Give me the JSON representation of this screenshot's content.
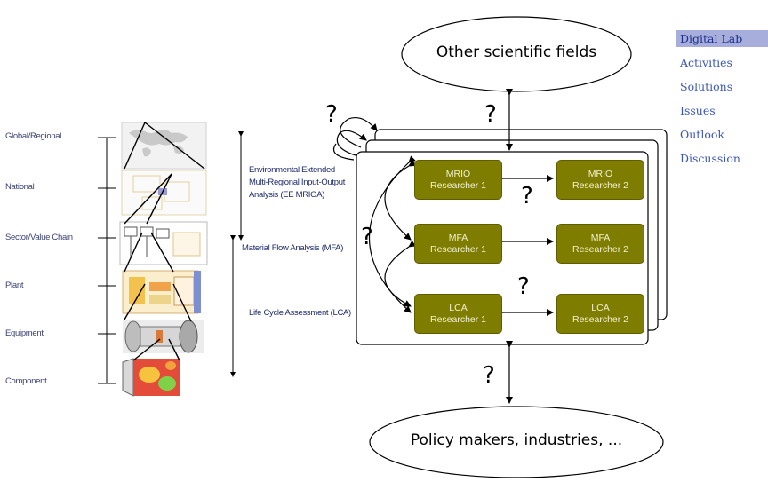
{
  "nav": {
    "items": [
      "Digital Lab",
      "Activities",
      "Solutions",
      "Issues",
      "Outlook",
      "Discussion"
    ],
    "active_index": 0
  },
  "scales": [
    "Global/Regional",
    "National",
    "Sector/Value Chain",
    "Plant",
    "Equipment",
    "Component"
  ],
  "methods": {
    "eemrioa_line1": "Environmental Extended",
    "eemrioa_line2": "Multi-Regional Input-Output",
    "eemrioa_line3": "Analysis (EE MRIOA)",
    "mfa": "Material Flow Analysis (MFA)",
    "lca": "Life Cycle Assessment (LCA)"
  },
  "ellipses": {
    "top": "Other scientific fields",
    "bottom": "Policy makers, industries, ..."
  },
  "researchers": {
    "mrio1": {
      "line1": "MRIO",
      "line2": "Researcher 1"
    },
    "mrio2": {
      "line1": "MRIO",
      "line2": "Researcher 2"
    },
    "mfa1": {
      "line1": "MFA",
      "line2": "Researcher 1"
    },
    "mfa2": {
      "line1": "MFA",
      "line2": "Researcher 2"
    },
    "lca1": {
      "line1": "LCA",
      "line2": "Researcher 1"
    },
    "lca2": {
      "line1": "LCA",
      "line2": "Researcher 2"
    }
  },
  "question_mark": "?",
  "colors": {
    "researcher_box": "#7f7d00",
    "nav_link": "#3b57b3",
    "nav_active_bg": "#a8aedc"
  }
}
